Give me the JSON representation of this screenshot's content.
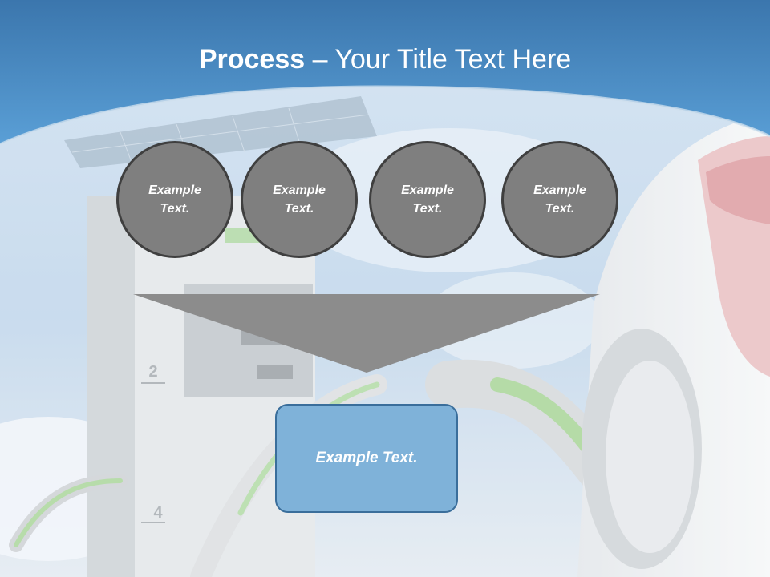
{
  "title": {
    "bold": "Process",
    "dash": " – ",
    "rest": "Your Title Text Here"
  },
  "steps": [
    {
      "label": "Example Text."
    },
    {
      "label": "Example Text."
    },
    {
      "label": "Example Text."
    },
    {
      "label": "Example Text."
    }
  ],
  "result": {
    "label": "Example Text."
  },
  "background": {
    "charger_numbers": [
      "2",
      "4"
    ]
  },
  "colors": {
    "header_blue": "#4a8fc8",
    "circle_fill": "#7f7f7f",
    "circle_border": "#3f3f3f",
    "funnel": "#8c8c8c",
    "box_fill": "#7fb2d9",
    "box_border": "#3a6e9b"
  }
}
